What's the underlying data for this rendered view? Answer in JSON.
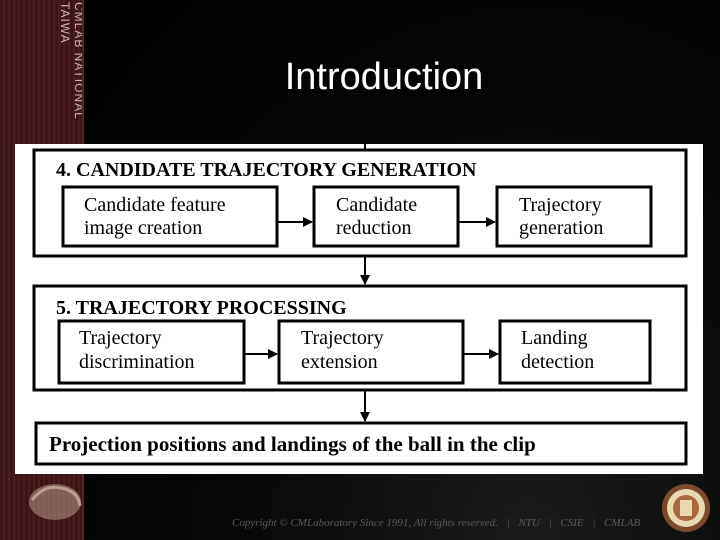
{
  "slide": {
    "title": "Introduction",
    "side_text": "CMLAB NATIONAL TAIWA",
    "footer": {
      "copyright": "Copyright © CMLaboratory Since 1991, All rights reserved.",
      "links": [
        "NTU",
        "CSIE",
        "CMLAB"
      ]
    }
  },
  "diagram": {
    "section4": {
      "title": "4. CANDIDATE TRAJECTORY GENERATION",
      "boxes": [
        {
          "line1": "Candidate feature",
          "line2": "image creation"
        },
        {
          "line1": "Candidate",
          "line2": "reduction"
        },
        {
          "line1": "Trajectory",
          "line2": "generation"
        }
      ]
    },
    "section5": {
      "title": "5. TRAJECTORY PROCESSING",
      "boxes": [
        {
          "line1": "Trajectory",
          "line2": "discrimination"
        },
        {
          "line1": "Trajectory",
          "line2": "extension"
        },
        {
          "line1": "Landing",
          "line2": "detection"
        }
      ]
    },
    "output": "Projection positions and landings of the ball in the clip"
  },
  "colors": {
    "sidebar": "#3a1416",
    "background": "#000000",
    "title": "#ffffff",
    "figure_bg": "#ffffff"
  }
}
